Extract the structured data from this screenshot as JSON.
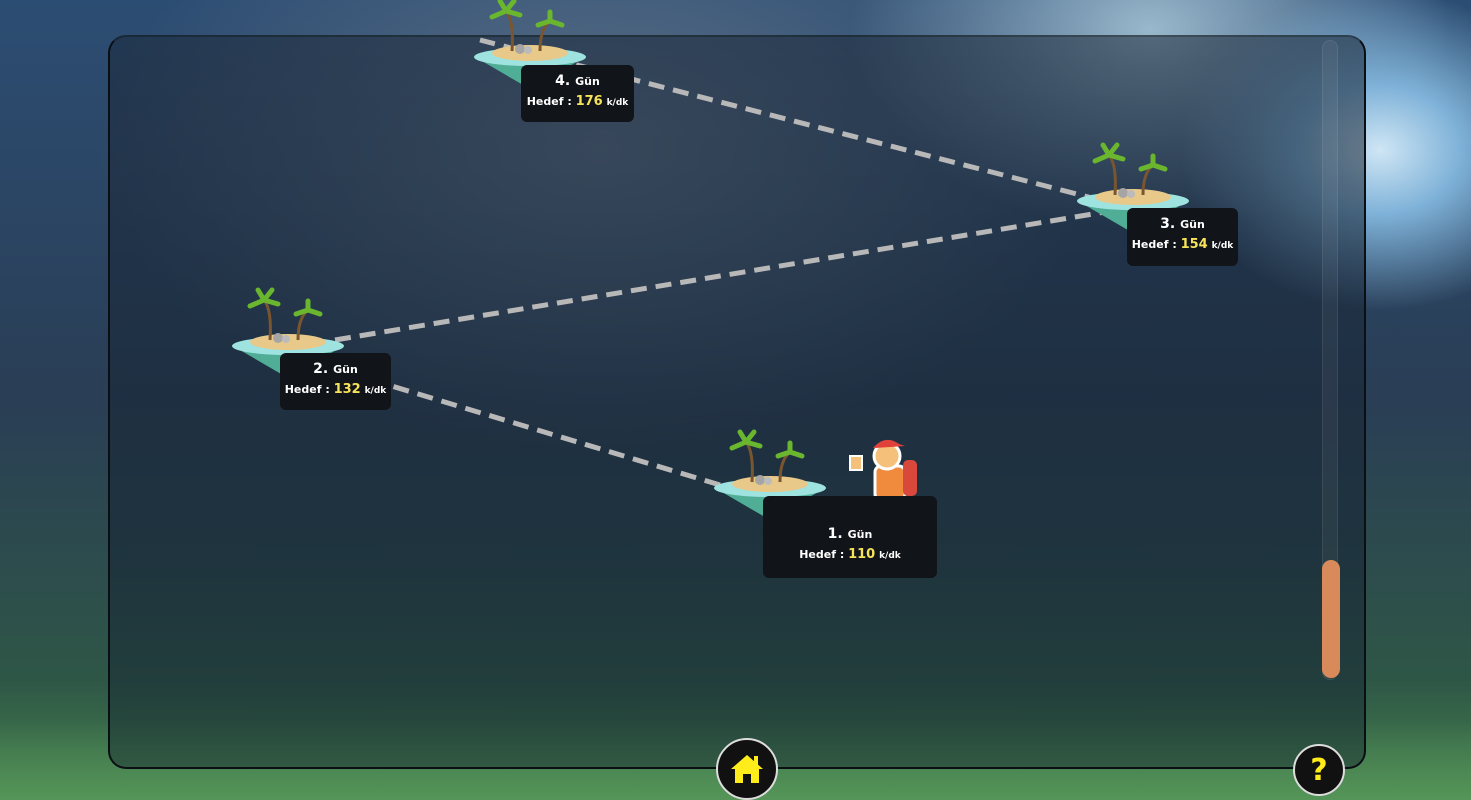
{
  "levels": [
    {
      "number": "1.",
      "day_label": "Gün",
      "goal_label": "Hedef :",
      "goal_value": "110",
      "unit": "k/dk",
      "current": true
    },
    {
      "number": "2.",
      "day_label": "Gün",
      "goal_label": "Hedef :",
      "goal_value": "132",
      "unit": "k/dk"
    },
    {
      "number": "3.",
      "day_label": "Gün",
      "goal_label": "Hedef :",
      "goal_value": "154",
      "unit": "k/dk"
    },
    {
      "number": "4.",
      "day_label": "Gün",
      "goal_label": "Hedef :",
      "goal_value": "176",
      "unit": "k/dk"
    }
  ],
  "buttons": {
    "home": "home-icon",
    "help": "?"
  },
  "scroll_position": 0.82,
  "colors": {
    "accent": "#f7e35a",
    "thumb": "#d98a5a",
    "button_icon": "#ffec1a"
  }
}
